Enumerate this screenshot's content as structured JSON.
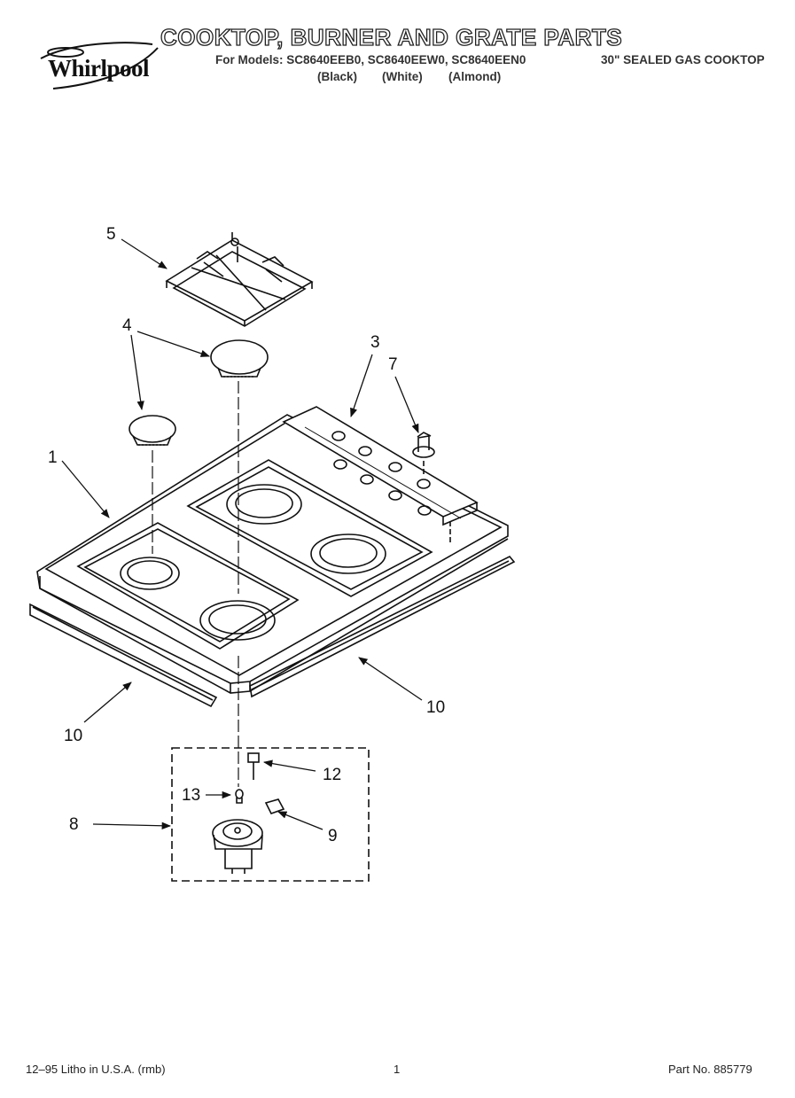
{
  "header": {
    "brand": "Whirlpool",
    "title": "COOKTOP, BURNER AND GRATE PARTS",
    "models_line": "For Models: SC8640EEB0, SC8640EEW0, SC8640EEN0",
    "cooktop_type": "30\" SEALED GAS COOKTOP",
    "colors": [
      "(Black)",
      "(White)",
      "(Almond)"
    ]
  },
  "callouts": [
    "1",
    "3",
    "4",
    "5",
    "7",
    "8",
    "9",
    "10",
    "10",
    "12",
    "13"
  ],
  "footer": {
    "litho": "12–95 Litho in U.S.A. (rmb)",
    "page": "1",
    "part_no": "Part No. 885779"
  }
}
